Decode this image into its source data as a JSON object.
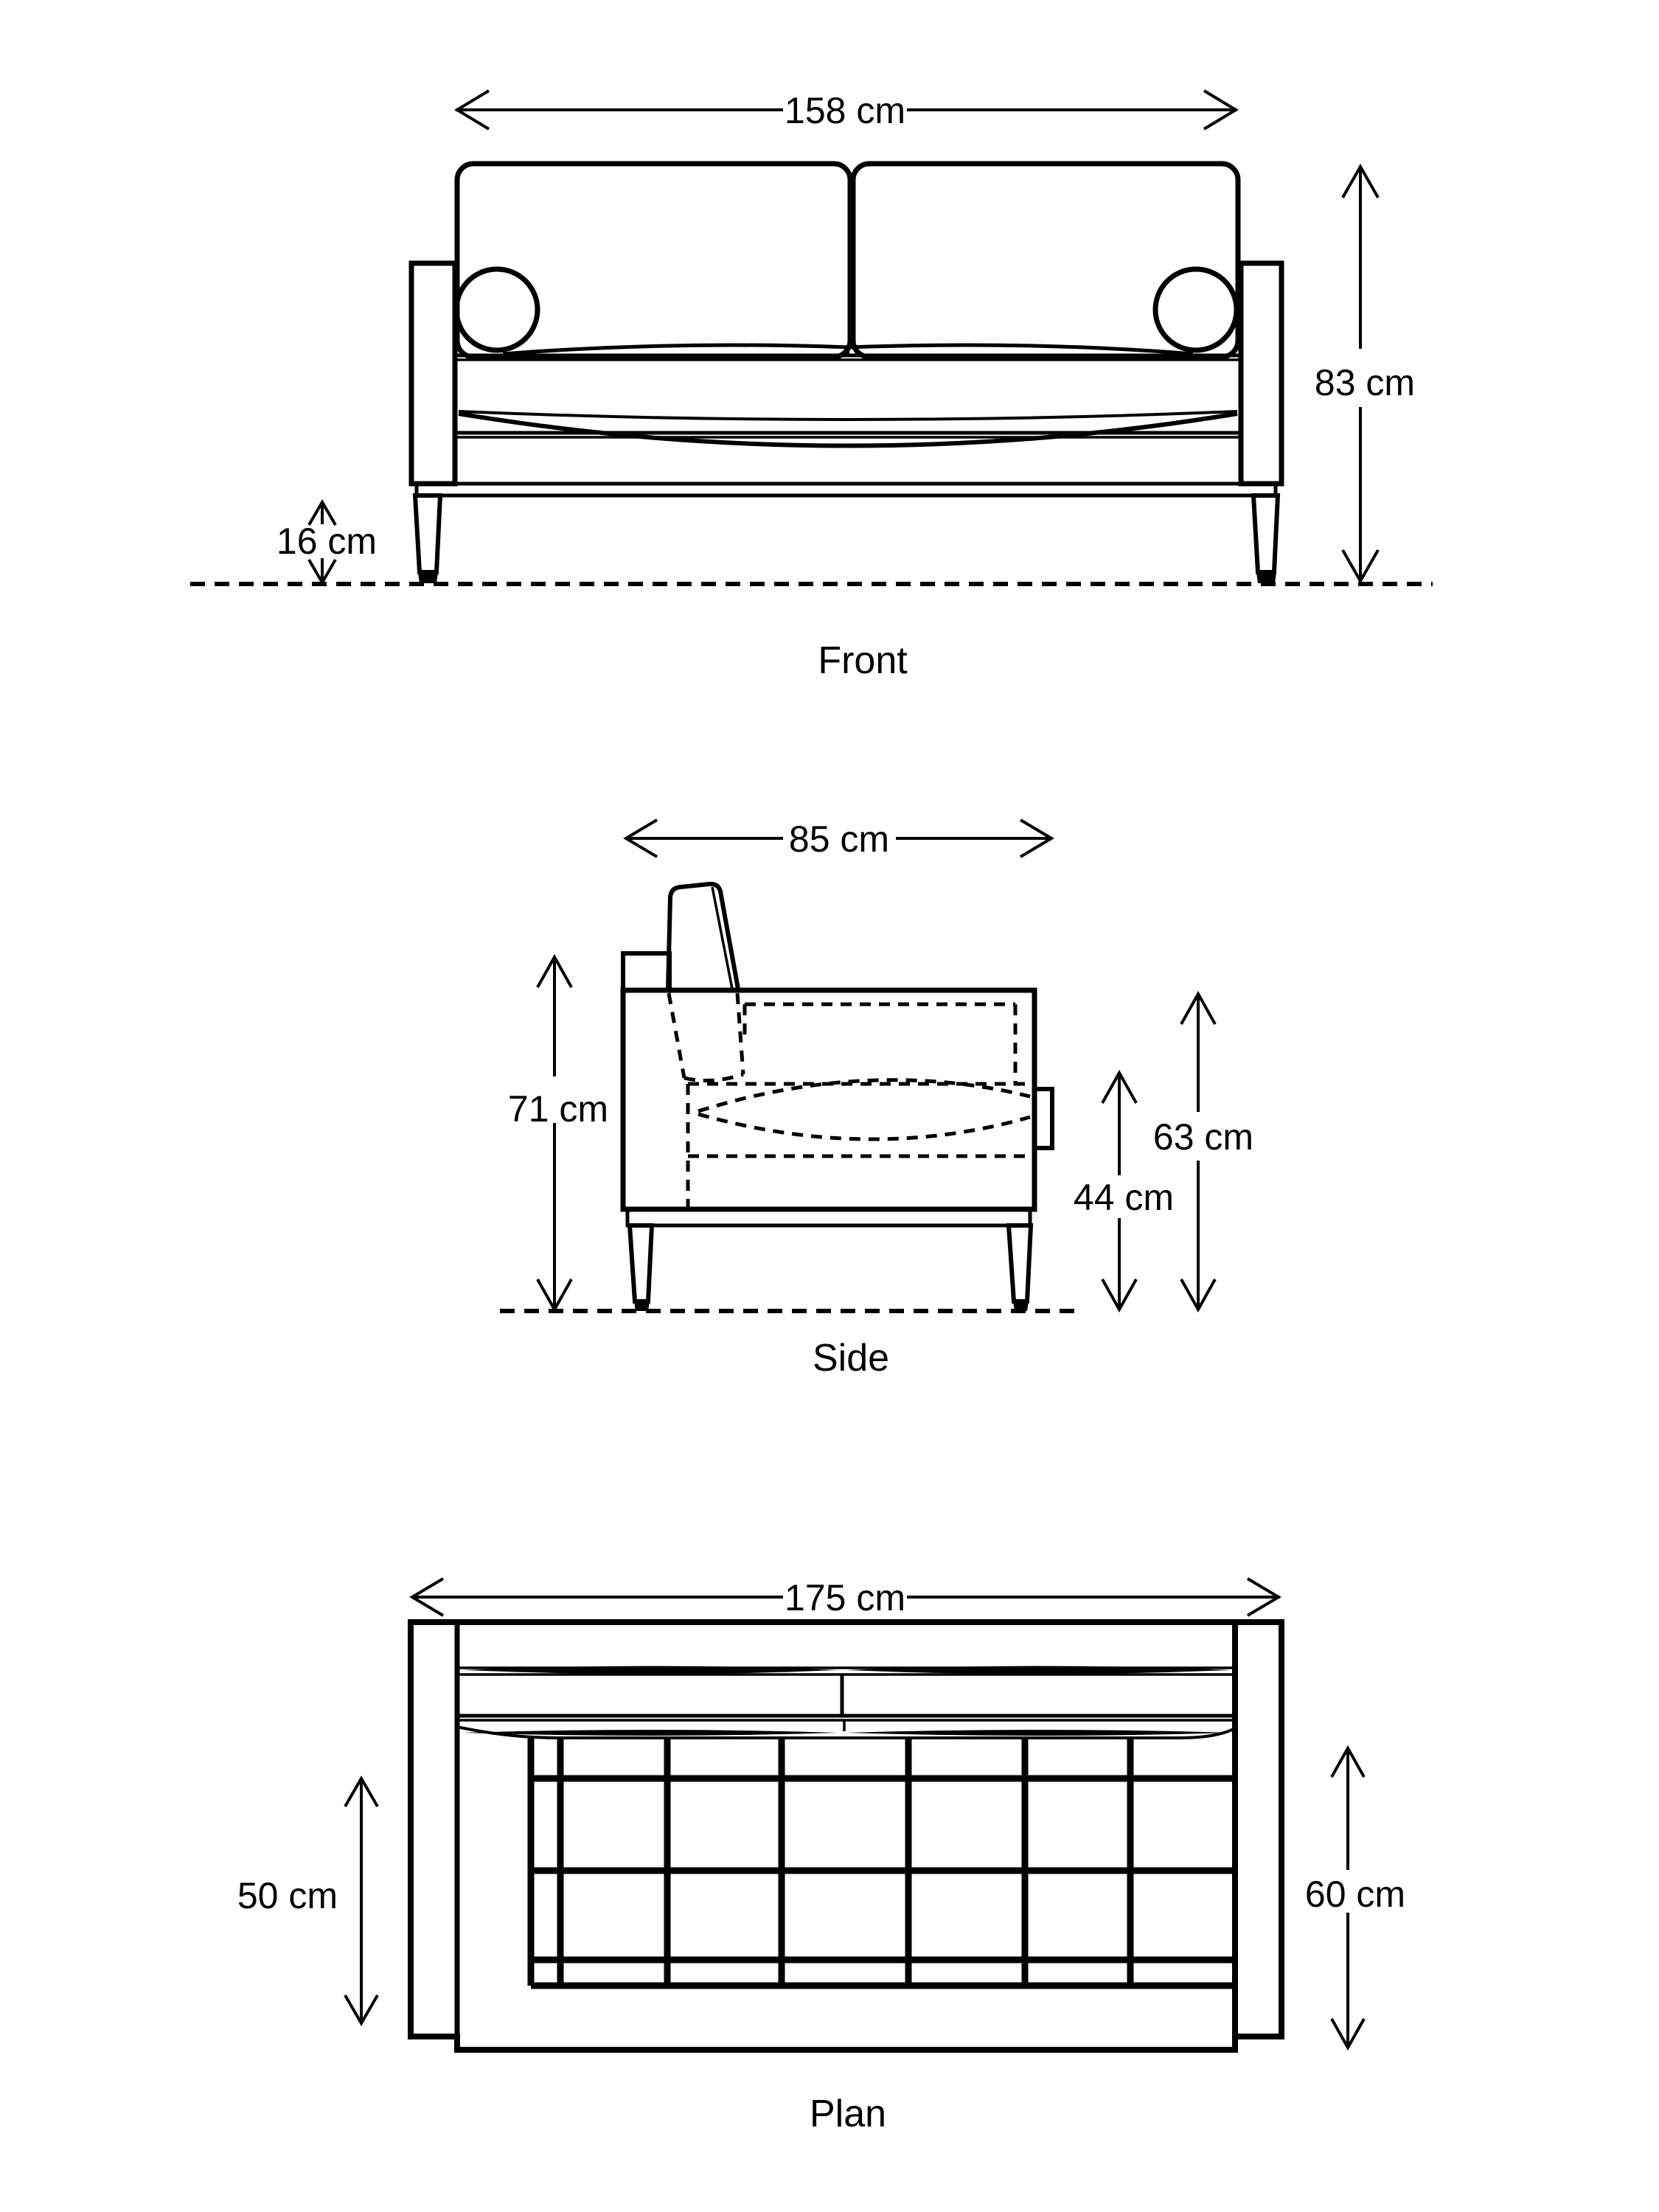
{
  "title": "Sofa dimensions technical drawing",
  "colors": {
    "line": "#000000",
    "background": "#ffffff"
  },
  "views": {
    "front": {
      "label": "Front",
      "width": "158 cm",
      "height": "83 cm",
      "leg_height": "16 cm"
    },
    "side": {
      "label": "Side",
      "depth": "85 cm",
      "back_height": "71 cm",
      "arm_height": "63 cm",
      "seat_height": "44 cm"
    },
    "plan": {
      "label": "Plan",
      "width": "175 cm",
      "seat_depth": "50 cm",
      "total_depth": "60 cm"
    }
  }
}
